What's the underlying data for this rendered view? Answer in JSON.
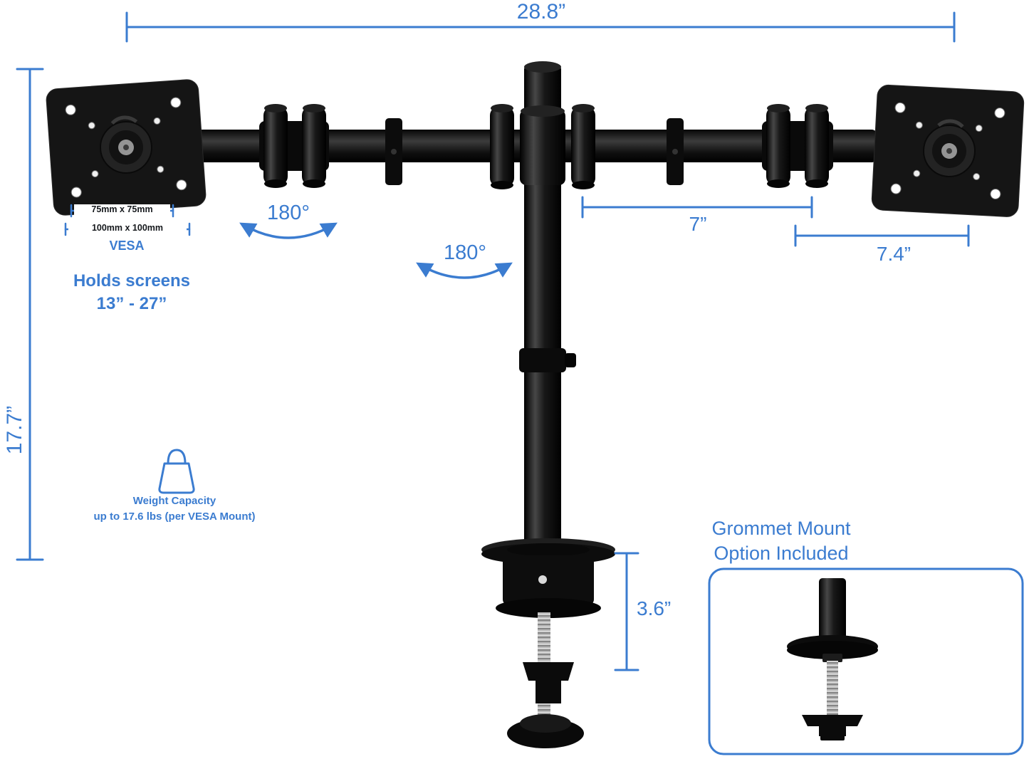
{
  "colors": {
    "accent": "#3b7cd0",
    "mount_black": "#111111",
    "screw_silver": "#b9b9b9"
  },
  "annotations": {
    "overall_width": "28.8”",
    "overall_height": "17.7”",
    "arm_rotation_1": "180°",
    "arm_rotation_2": "180°",
    "arm_length_inner": "7”",
    "arm_length_outer": "7.4”",
    "clamp_range": "3.6”"
  },
  "vesa": {
    "pattern_small": "75mm x 75mm",
    "pattern_large": "100mm x 100mm",
    "label": "VESA"
  },
  "screen_size": {
    "line1": "Holds screens",
    "line2": "13” - 27”"
  },
  "weight_capacity": {
    "line1": "Weight Capacity",
    "line2": "up to 17.6 lbs (per VESA Mount)"
  },
  "grommet": {
    "line1": "Grommet Mount",
    "line2": "Option Included"
  },
  "icons": {
    "weight_capacity": "weight-outline",
    "rotation_arrow": "curved-double-arrow"
  }
}
